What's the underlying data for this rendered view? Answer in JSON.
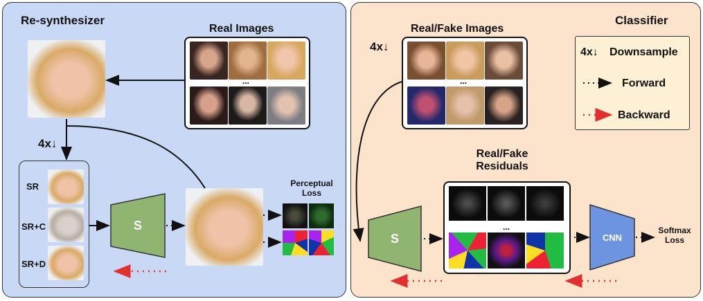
{
  "left_panel": {
    "title": "Re-synthesizer",
    "real_images_label": "Real Images",
    "ellipsis": "...",
    "downsample_label": "4x↓",
    "variants": [
      "SR",
      "SR+C",
      "SR+D"
    ],
    "block_label": "S",
    "perceptual_loss_label": "Perceptual\nLoss"
  },
  "right_panel": {
    "title": "Classifier",
    "real_fake_images_label": "Real/Fake Images",
    "downsample_label": "4x↓",
    "ellipsis": "...",
    "residuals_label": "Real/Fake\nResiduals",
    "block_s_label": "S",
    "cnn_label": "CNN",
    "softmax_label": "Softmax\nLoss"
  },
  "legend": {
    "downsample_key": "4x↓",
    "downsample_text": "Downsample",
    "forward_text": "Forward",
    "backward_text": "Backward"
  },
  "colors": {
    "left_bg": "#c9d9f5",
    "right_bg": "#fbe3cc",
    "legend_bg": "#fdf0d5",
    "s_block": "#8fb570",
    "cnn_block": "#6d94e0",
    "backward": "#e03030"
  }
}
